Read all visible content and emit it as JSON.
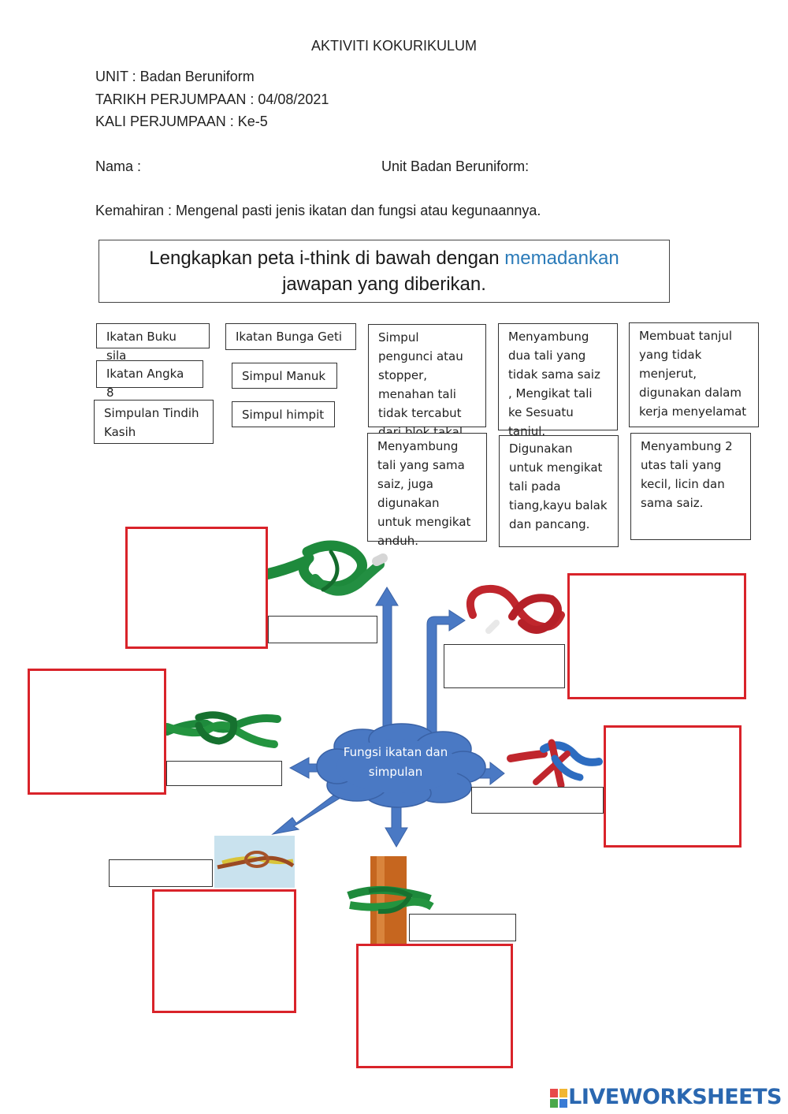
{
  "header": {
    "title": "AKTIVITI KOKURIKULUM",
    "unit": "UNIT : Badan Beruniform",
    "tarikh": "TARIKH PERJUMPAAN : 04/08/2021",
    "kali": "KALI PERJUMPAAN : Ke-5",
    "nama_label": "Nama :",
    "unit_label": "Unit Badan Beruniform:",
    "kemahiran": "Kemahiran : Mengenal pasti jenis ikatan dan fungsi atau kegunaannya."
  },
  "instruction": {
    "part1": "Lengkapkan peta i-think di bawah dengan ",
    "highlight": "memadankan",
    "part2": "jawapan yang diberikan."
  },
  "knot_names": [
    "Ikatan Buku sila",
    "Ikatan  Bunga Geti",
    "Ikatan Angka 8",
    "Simpul Manuk",
    "Simpulan Tindih Kasih",
    "Simpul himpit"
  ],
  "functions": [
    "Simpul pengunci atau stopper, menahan tali tidak tercabut dari blok takal.",
    "Menyambung dua tali yang tidak sama saiz , Mengikat tali ke Sesuatu tanjul.",
    "Membuat tanjul yang tidak menjerut, digunakan dalam kerja menyelamat",
    "Menyambung tali yang sama saiz, juga digunakan untuk mengikat anduh.",
    "Digunakan untuk mengikat tali pada tiang,kayu balak dan pancang.",
    "Menyambung 2 utas tali yang kecil, licin dan sama saiz."
  ],
  "center": {
    "label": "Fungsi ikatan dan simpulan"
  },
  "brand": {
    "text": "LIVEWORKSHEETS"
  },
  "colors": {
    "answer_border": "#d9232a",
    "arrow": "#4a79c4",
    "cloud": "#4a79c4",
    "highlight": "#2b7bb9",
    "green_rope": "#1e8a3c",
    "red_rope": "#c0262d",
    "blue_rope": "#2d6cc0"
  }
}
